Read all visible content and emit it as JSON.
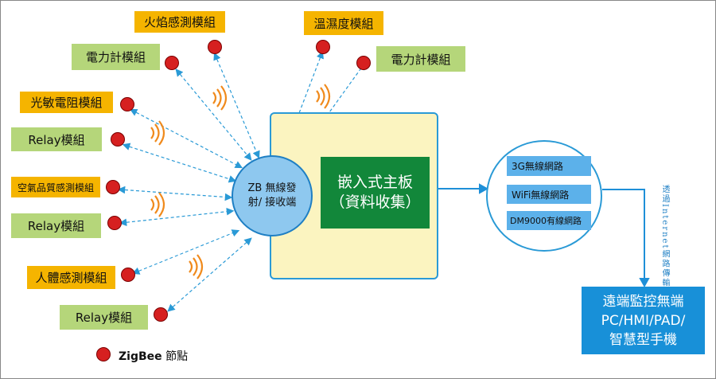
{
  "modules": {
    "flame": "火焰感測模組",
    "power_left": "電力計模組",
    "light": "光敏電阻模組",
    "relay_1": "Relay模組",
    "air_quality": "空氣品質感測模組",
    "relay_2": "Relay模組",
    "human": "人體感測模組",
    "relay_3": "Relay模組",
    "temp_humidity": "溫濕度模組",
    "power_right": "電力計模組"
  },
  "zb_hub": {
    "line1": "ZB 無線發",
    "line2": "射/ 接收端"
  },
  "main_board": {
    "line1": "嵌入式主板",
    "line2": "（資料收集）"
  },
  "network": {
    "items": [
      "3G無線網路",
      "WiFi無線網路",
      "DM9000有線網路"
    ]
  },
  "internet_label": "透過Internet網路傳輸",
  "remote": {
    "line1": "遠端監控無端",
    "line2": "PC/HMI/PAD/",
    "line3": "智慧型手機"
  },
  "legend": {
    "brand": "ZigBee",
    "suffix": " 節點"
  },
  "colors": {
    "module_orange": "#f5b400",
    "module_green": "#b5d67a",
    "node_red": "#d62020",
    "link_blue": "#2a9ad6",
    "signal_orange": "#f08a1c"
  }
}
